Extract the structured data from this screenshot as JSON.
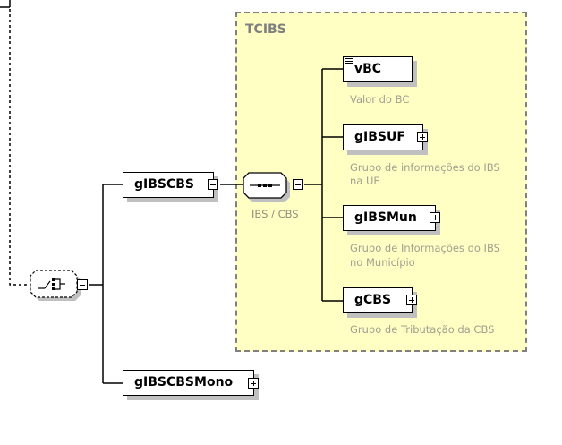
{
  "group": {
    "title": "TCIBS"
  },
  "compositor": {
    "label": "IBS / CBS"
  },
  "elements": {
    "gIBSCBS": {
      "name": "gIBSCBS",
      "expander": "minus"
    },
    "gIBSCBSMono": {
      "name": "gIBSCBSMono",
      "expander": "plus"
    },
    "vBC": {
      "name": "vBC",
      "description": "Valor do BC"
    },
    "gIBSUF": {
      "name": "gIBSUF",
      "expander": "plus",
      "description_line1": "Grupo de informações do IBS",
      "description_line2": "na UF"
    },
    "gIBSMun": {
      "name": "gIBSMun",
      "expander": "plus",
      "description_line1": "Grupo de Informações do IBS",
      "description_line2": "no Município"
    },
    "gCBS": {
      "name": "gCBS",
      "expander": "plus",
      "description": "Grupo de Tributação da CBS"
    }
  },
  "colors": {
    "group_fill": "#ffffc4",
    "group_border": "#808080",
    "description_text": "#a0a090",
    "shadow": "#c0c0c0"
  }
}
